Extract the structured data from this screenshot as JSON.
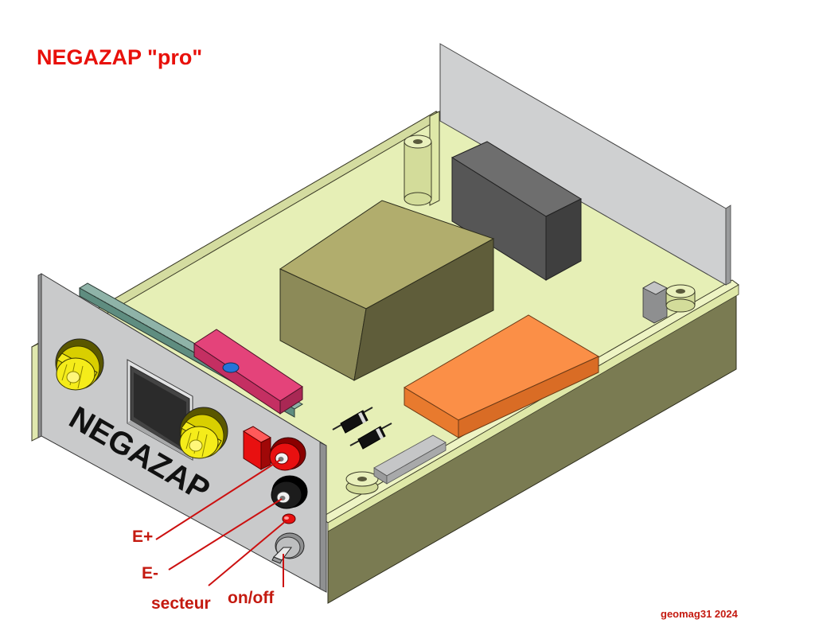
{
  "title": "NEGAZAP \"pro\"",
  "panel_text": "NEGAZAP",
  "labels": {
    "e_plus": "E+",
    "e_minus": "E-",
    "mains": "secteur",
    "power": "on/off"
  },
  "credit": "geomag31 2024",
  "colors": {
    "title": "#e8100a",
    "label": "#c41a10",
    "leader_line": "#cc1010",
    "enclosure_base": "#e6efb6",
    "enclosure_wall": "#7a7b52",
    "front_panel": "#c9cacb",
    "back_panel": "#cfd0d1",
    "transformer": "#8c8a58",
    "dark_module": "#565656",
    "orange_board": "#fb8f47",
    "pink_board": "#e4437a",
    "knob": "#f5ec1a",
    "terminal_red": "#e81010",
    "terminal_black": "#151515"
  }
}
